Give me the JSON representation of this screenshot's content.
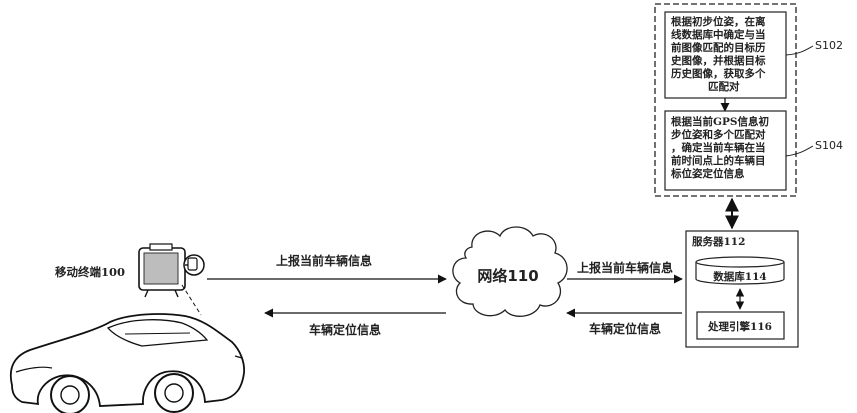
{
  "steps": [
    {
      "id": "step-s102",
      "label": "S102",
      "lines": [
        "根据初步位姿，在离",
        "线数据库中确定与当",
        "前图像匹配的目标历",
        "史图像，并根据目标",
        "历史图像，获取多个",
        "匹配对"
      ]
    },
    {
      "id": "step-s104",
      "label": "S104",
      "lines": [
        "根据当前GPS信息初",
        "步位姿和多个匹配对",
        "，确定当前车辆在当",
        "前时间点上的车辆目",
        "标位姿定位信息"
      ]
    }
  ],
  "server": {
    "title": "服务器112",
    "database": "数据库114",
    "engine": "处理引擎116"
  },
  "network": {
    "label": "网络110"
  },
  "terminal": {
    "label": "移动终端100"
  },
  "flows": {
    "upload_left": "上报当前车辆信息",
    "return_left": "车辆定位信息",
    "upload_right": "上报当前车辆信息",
    "return_right": "车辆定位信息"
  },
  "icons": {
    "terminal": "gps-navigator-icon",
    "car": "sports-car-icon",
    "network": "cloud-icon"
  }
}
